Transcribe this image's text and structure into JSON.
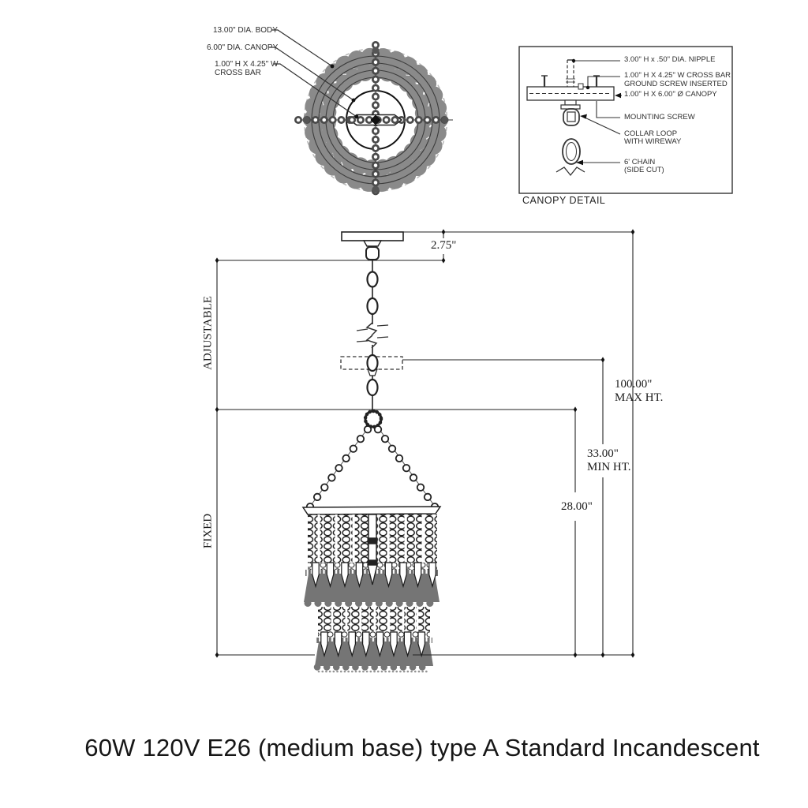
{
  "top_view": {
    "label_body": "13.00\" DIA. BODY",
    "label_canopy": "6.00\" DIA. CANOPY",
    "label_crossbar_1": "1.00\" H X 4.25\" W",
    "label_crossbar_2": "CROSS BAR"
  },
  "canopy_detail": {
    "title": "CANOPY DETAIL",
    "label_nipple": "3.00\" H x .50\" DIA. NIPPLE",
    "label_crossbar_1": "1.00\" H X 4.25\" W CROSS BAR",
    "label_crossbar_2": "GROUND SCREW INSERTED",
    "label_canopy": "1.00\" H X 6.00\" Ø CANOPY",
    "label_mounting_screw": "MOUNTING SCREW",
    "label_collar_1": "COLLAR LOOP",
    "label_collar_2": "WITH WIREWAY",
    "label_chain_1": "6' CHAIN",
    "label_chain_2": "(SIDE CUT)"
  },
  "elevation": {
    "dim_drop": "2.75\"",
    "dim_max_1": "100.00\"",
    "dim_max_2": "MAX HT.",
    "dim_min_1": "33.00\"",
    "dim_min_2": "MIN HT.",
    "dim_body": "28.00\"",
    "label_adjustable": "ADJUSTABLE",
    "label_fixed": "FIXED"
  },
  "caption": "60W 120V E26 (medium base) type A Standard Incandescent",
  "colors": {
    "line": "#1e1e1e",
    "bead_gray": "#8a8a8a",
    "fringe_gray": "#757575"
  }
}
